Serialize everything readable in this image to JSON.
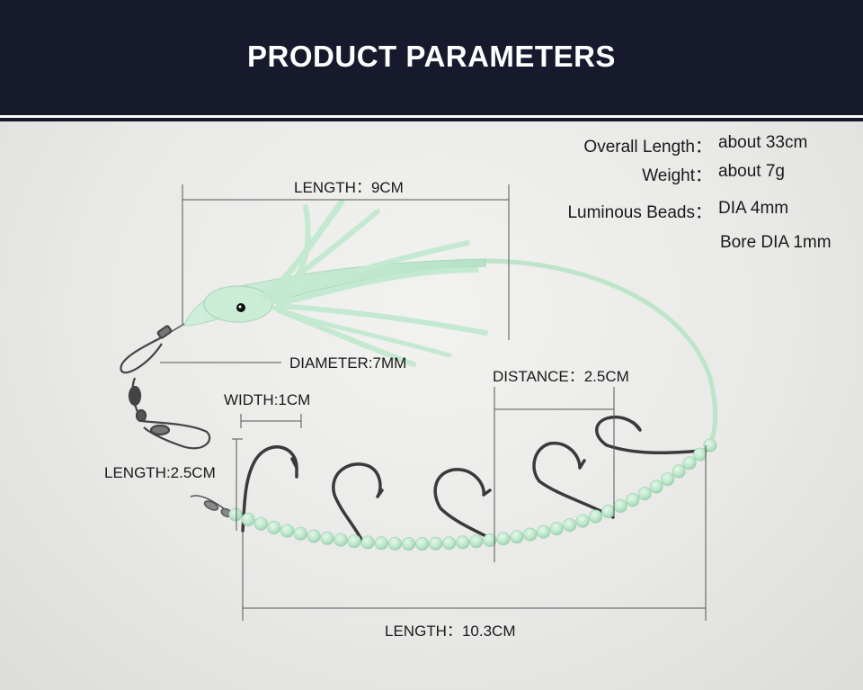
{
  "title": "PRODUCT PARAMETERS",
  "specs": [
    {
      "label": "Overall Length：",
      "value": "about 33cm"
    },
    {
      "label": "Weight：",
      "value": "about 7g"
    },
    {
      "label": "Luminous Beads：",
      "value": "DIA 4mm"
    },
    {
      "label": "",
      "value": "Bore DIA 1mm"
    }
  ],
  "dimensions": {
    "skirt_length": "LENGTH：9CM",
    "diameter": "DIAMETER:7MM",
    "width": "WIDTH:1CM",
    "distance": "DISTANCE：2.5CM",
    "hook_length": "LENGTH:2.5CM",
    "rig_length": "LENGTH：10.3CM"
  },
  "colors": {
    "header_bg": "#161a2c",
    "header_text": "#ffffff",
    "luminous_green": "#bfe8cd",
    "hook_metal": "#3a3a3a"
  }
}
